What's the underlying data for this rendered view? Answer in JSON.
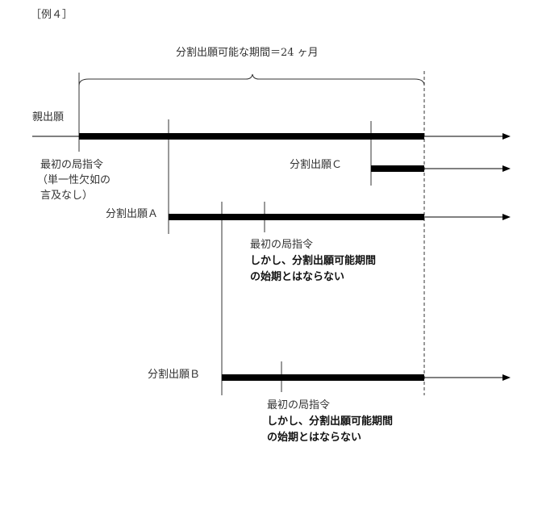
{
  "figure_label": "［例４］",
  "period_label": "分割出願可能な期間＝24 ヶ月",
  "parent": {
    "label": "親出願",
    "note_line1": "最初の局指令",
    "note_line2": "（単一性欠如の",
    "note_line3": "言及なし）"
  },
  "div_c": {
    "label": "分割出願Ｃ"
  },
  "div_a": {
    "label": "分割出願Ａ",
    "note_line1": "最初の局指令",
    "note_line2": "しかし、分割出願可能期間",
    "note_line3": "の始期とはならない"
  },
  "div_b": {
    "label": "分割出願Ｂ",
    "note_line1": "最初の局指令",
    "note_line2": "しかし、分割出願可能期間",
    "note_line3": "の始期とはならない"
  }
}
